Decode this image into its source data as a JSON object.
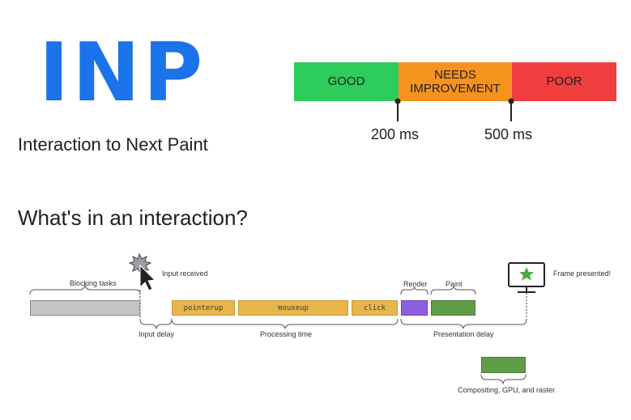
{
  "logo": {
    "text": "INP"
  },
  "subtitle": "Interaction to Next Paint",
  "thresholds_scale": {
    "bands": [
      {
        "label": "GOOD",
        "color": "#2ecc5a"
      },
      {
        "label": "NEEDS\nIMPROVEMENT",
        "color": "#f6921e"
      },
      {
        "label": "POOR",
        "color": "#f03e3e"
      }
    ],
    "markers": [
      "200 ms",
      "500 ms"
    ]
  },
  "heading": "What's in an interaction?",
  "diagram": {
    "labels": {
      "blocking_tasks": "Blocking tasks",
      "input_received": "Input received",
      "render": "Render",
      "paint": "Paint",
      "frame_presented": "Frame presented!",
      "input_delay": "Input delay",
      "processing_time": "Processing time",
      "presentation_delay": "Presentation delay",
      "compositing": "Compositing, GPU, and raster"
    },
    "events": [
      "pointerup",
      "mouseup",
      "click"
    ],
    "colors": {
      "blocking": "#c4c4c4",
      "event": "#e8b54a",
      "render": "#8d5fe0",
      "paint": "#5e9e4a",
      "compositing": "#5e9e4a",
      "star": "#49a844"
    }
  }
}
